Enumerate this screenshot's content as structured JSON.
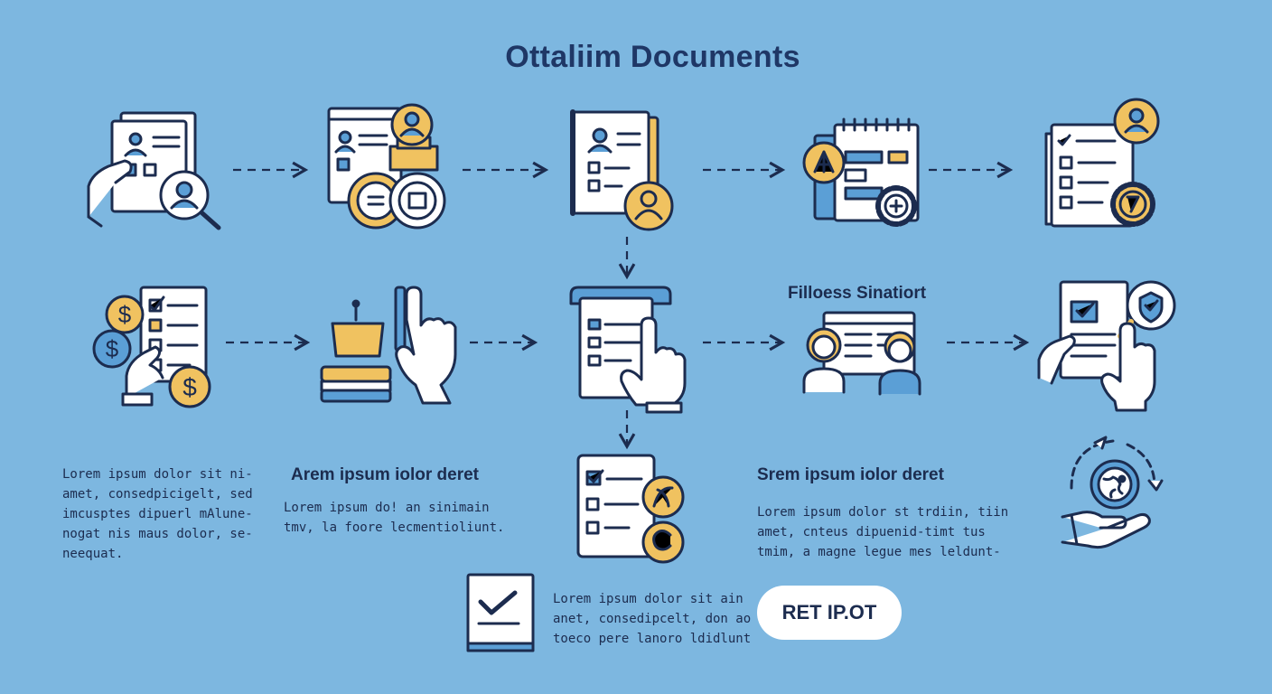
{
  "title": "Ottaliim Documents",
  "colors": {
    "background": "#7db7e0",
    "stroke": "#1c2c4f",
    "accent_gold": "#f0c260",
    "accent_blue": "#5b9fd6",
    "paper": "#ffffff",
    "button_bg": "#ffffff"
  },
  "steps_row1": [
    {
      "icon": "document-search-icon"
    },
    {
      "icon": "document-coins-icon"
    },
    {
      "icon": "binder-person-icon"
    },
    {
      "icon": "calendar-settings-icon"
    },
    {
      "icon": "checklist-person-gear-icon"
    }
  ],
  "steps_row2": [
    {
      "icon": "checklist-dollar-icon"
    },
    {
      "icon": "press-hand-icon"
    },
    {
      "icon": "checklist-hand-icon"
    },
    {
      "icon": "two-people-screen-icon",
      "label": "Filloess Sinatiort"
    },
    {
      "icon": "document-shield-hand-icon"
    }
  ],
  "branch_icon": "checklist-coins-icon",
  "cycle_icon": "hand-globe-cycle-icon",
  "text_blocks": {
    "left": {
      "lines": [
        "Lorem ipsum dolor sit ni-",
        "amet, consedpicigelt, sed",
        "imcusptes dipuerl mAlune-",
        "nogat nis maus dolor, se-",
        "neequat."
      ]
    },
    "center_left": {
      "heading": "Arem ipsum iolor deret",
      "lines": [
        "Lorem ipsum do! an sinimain",
        "tmv, la foore lecmentioliunt."
      ]
    },
    "center_right": {
      "heading": "Srem ipsum iolor deret",
      "lines": [
        "Lorem ipsum dolor st trdiin, tiin",
        "amet, cnteus dipuenid-timt tus",
        "tmim, a magne legue mes leldunt-"
      ]
    },
    "bottom": {
      "icon": "checked-document-icon",
      "lines": [
        "Lorem ipsum dolor sit ain",
        "anet, consedipcelt, don ao",
        "toeco pere lanoro ldidlunt"
      ]
    }
  },
  "cta": {
    "label": "RET IP.OT"
  }
}
